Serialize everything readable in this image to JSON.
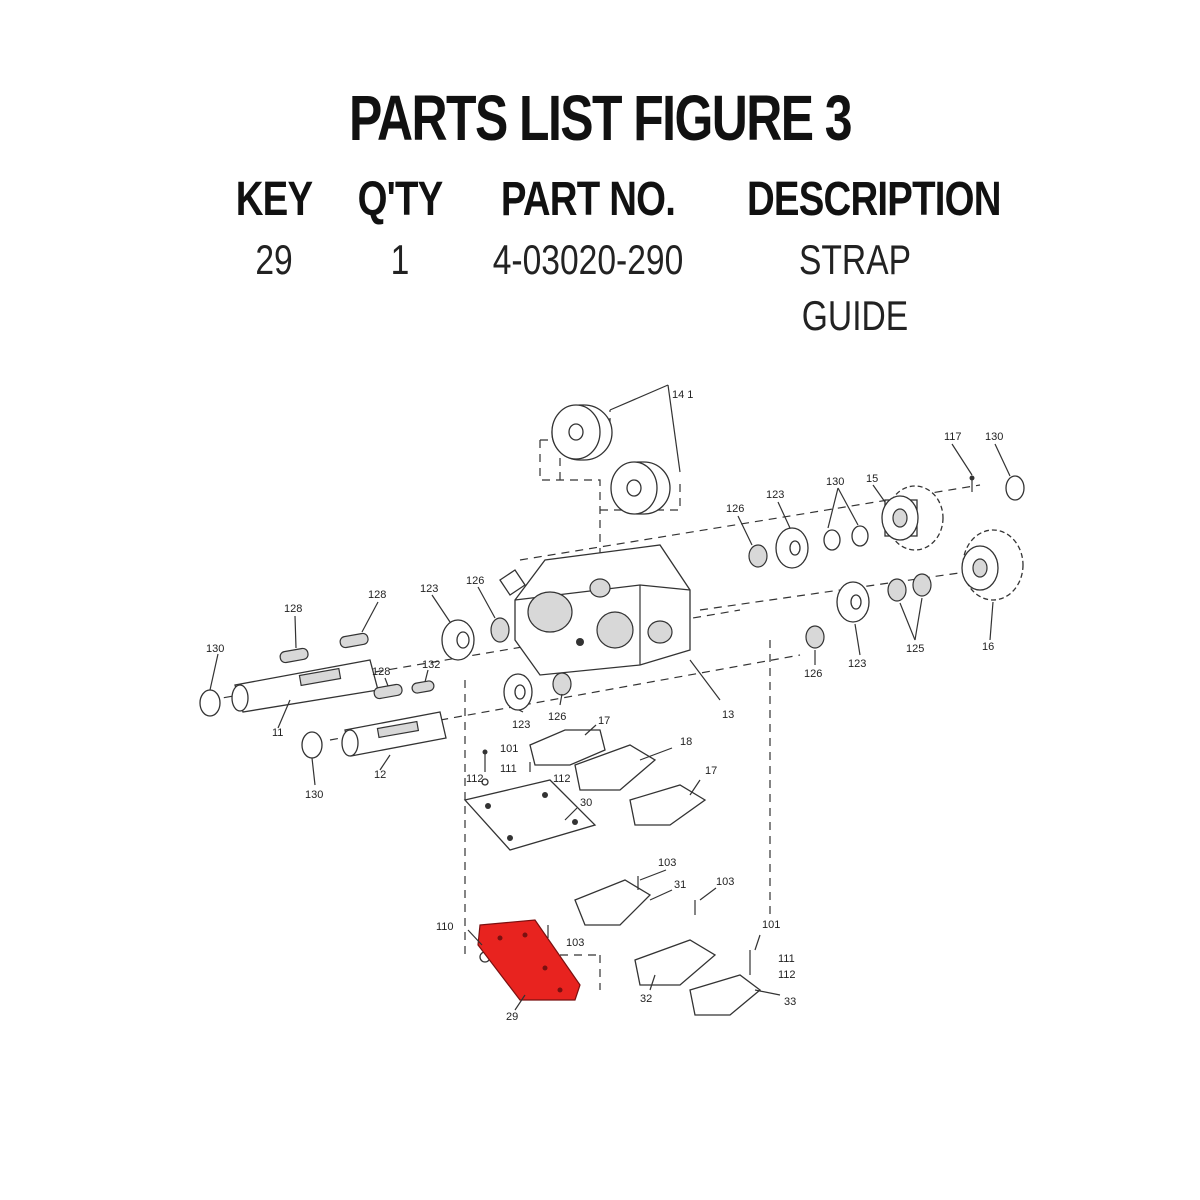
{
  "title": "PARTS LIST FIGURE 3",
  "table": {
    "headers": {
      "key": "KEY",
      "qty": "Q'TY",
      "part_no": "PART NO.",
      "description": "DESCRIPTION"
    },
    "row": {
      "key": "29",
      "qty": "1",
      "part_no": "4-03020-290",
      "description": "STRAP GUIDE"
    }
  },
  "diagram": {
    "highlight_color": "#e8231f",
    "highlighted_key": "29",
    "callouts": {
      "c141": "14 1",
      "c117": "117",
      "c130a": "130",
      "c15": "15",
      "c126a": "126",
      "c123a": "123",
      "c130b": "130",
      "c16": "16",
      "c125": "125",
      "c123b": "123",
      "c126b": "126",
      "c128a": "128",
      "c128b": "128",
      "c123c": "123",
      "c126c": "126",
      "c130c": "130",
      "c11": "11",
      "c128c": "128",
      "c132": "132",
      "c123d": "123",
      "c126d": "126",
      "c13": "13",
      "c12": "12",
      "c130d": "130",
      "c17a": "17",
      "c101a": "101",
      "c112a": "112",
      "c111a": "111",
      "c112b": "112",
      "c18": "18",
      "c17b": "17",
      "c30": "30",
      "c103a": "103",
      "c31": "31",
      "c103b": "103",
      "c110": "110",
      "c103c": "103",
      "c29": "29",
      "c101b": "101",
      "c111b": "111",
      "c112c": "112",
      "c32": "32",
      "c33": "33"
    }
  }
}
